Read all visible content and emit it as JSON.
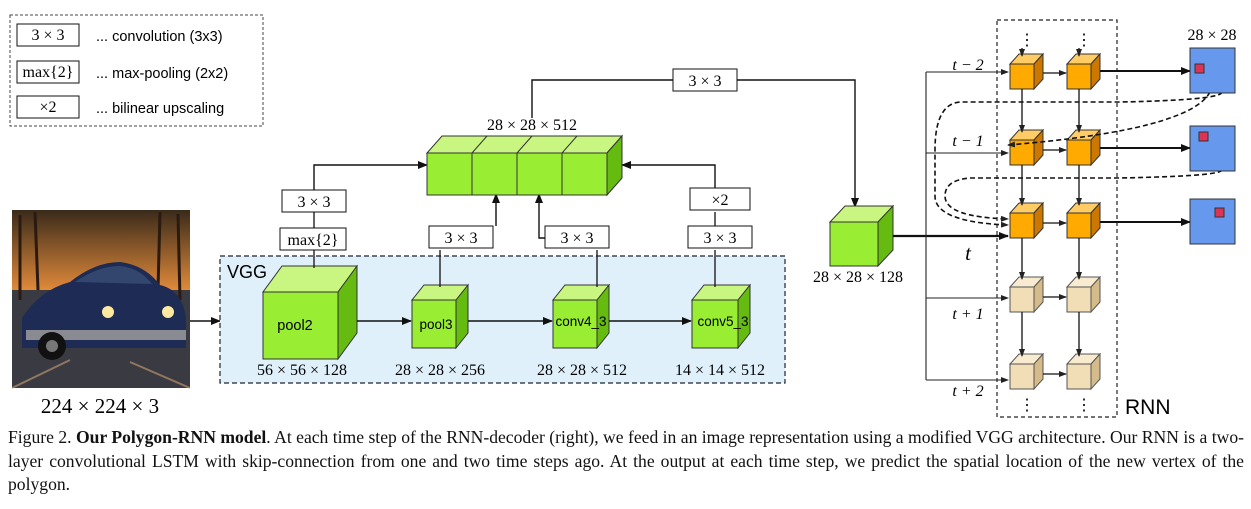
{
  "legend": {
    "items": [
      {
        "symbol": "3 × 3",
        "desc": "... convolution (3x3)"
      },
      {
        "symbol": "max{2}",
        "desc": "... max-pooling (2x2)"
      },
      {
        "symbol": "×2",
        "desc": "... bilinear upscaling"
      }
    ]
  },
  "input": {
    "dims": "224 × 224 × 3"
  },
  "vgg": {
    "label": "VGG",
    "blocks": [
      {
        "name": "pool2",
        "dims": "56 × 56 × 128"
      },
      {
        "name": "pool3",
        "dims": "28 × 28 × 256"
      },
      {
        "name": "conv4_3",
        "dims": "28 × 28 × 512"
      },
      {
        "name": "conv5_3",
        "dims": "14 × 14 × 512"
      }
    ]
  },
  "ops": {
    "max": "max{2}",
    "conv_left": "3 × 3",
    "conv_pool3": "3 × 3",
    "conv_conv4": "3 × 3",
    "conv_conv5": "3 × 3",
    "upscale": "×2",
    "conv_top": "3 × 3"
  },
  "concat": {
    "dims": "28 × 28 × 512"
  },
  "feature": {
    "dims": "28 × 28 × 128"
  },
  "rnn": {
    "label": "RNN",
    "time_steps": [
      "t − 2",
      "t − 1",
      "t",
      "t + 1",
      "t + 2"
    ],
    "dots": "⋮",
    "output_dims": "28 × 28"
  },
  "caption": {
    "prefix": "Figure 2. ",
    "title": "Our Polygon-RNN model",
    "text": ". At each time step of the RNN-decoder (right), we feed in an image representation using a modified VGG architecture. Our RNN is a two-layer convolutional LSTM with skip-connection from one and two time steps ago. At the output at each time step, we predict the spatial location of the new vertex of the polygon."
  },
  "colors": {
    "green": "#99ee33",
    "vgg_bg": "#dff0fa",
    "orange": "#ffaa00",
    "beige": "#f1ddb6",
    "blue_out": "#6699ee",
    "red_marker": "#dd3355"
  }
}
